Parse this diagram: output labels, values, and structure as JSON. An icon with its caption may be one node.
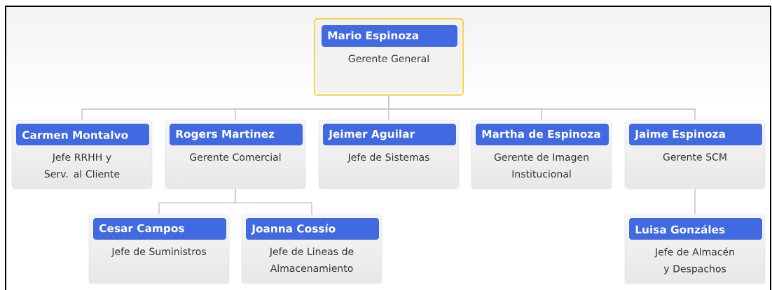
{
  "diagram": {
    "nodes": [
      {
        "text": [
          "Mario Espinoza",
          "Gerente General"
        ]
      },
      {
        "text": [
          "Carmen Montalvo",
          "Jefe RRHH y Serv. al Cliente"
        ]
      },
      {
        "text": [
          "Rogers Martinez",
          "Gerente Comercial"
        ]
      },
      {
        "text": [
          "Jeimer Aguilar",
          "Jefe de Sistemas"
        ]
      },
      {
        "text": [
          "Martha de Espinoza",
          "Gerente de Imagen Institucional"
        ]
      },
      {
        "text": [
          "Jaime Espinoza",
          "Gerente SCM"
        ]
      },
      {
        "text": [
          "Cesar Campos",
          "Jefe de Suministros"
        ]
      },
      {
        "text": [
          "Joanna Cossío",
          "Jefe de Lineas de Almacenamiento"
        ]
      },
      {
        "text": [
          "Luisa Gonzáles",
          "Jefe de Almacén y Despachos"
        ]
      }
    ],
    "edges": [
      {
        "from": 0,
        "to": 1,
        "arrow": "none"
      },
      {
        "from": 0,
        "to": 2,
        "arrow": "none"
      },
      {
        "from": 0,
        "to": 3,
        "arrow": "none"
      },
      {
        "from": 0,
        "to": 4,
        "arrow": "none"
      },
      {
        "from": 0,
        "to": 5,
        "arrow": "none"
      },
      {
        "from": 2,
        "to": 6,
        "arrow": "none"
      },
      {
        "from": 2,
        "to": 7,
        "arrow": "none"
      },
      {
        "from": 5,
        "to": 8,
        "arrow": "none"
      }
    ]
  }
}
